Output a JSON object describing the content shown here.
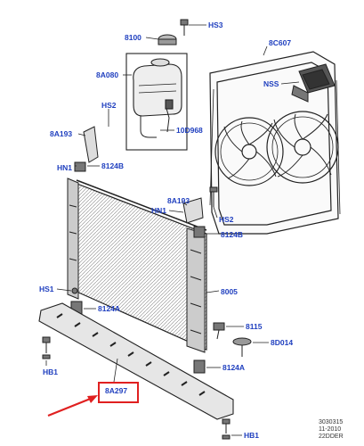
{
  "labels": {
    "hs3": "HS3",
    "p8100": "8100",
    "p8c607": "8C607",
    "p8a080": "8A080",
    "nss": "NSS",
    "hs2_top": "HS2",
    "p10d968": "10D968",
    "p8a193_left": "8A193",
    "hn1_left": "HN1",
    "p8124b_left": "8124B",
    "p8a193_mid": "8A193",
    "hn1_mid": "HN1",
    "hs2_mid": "HS2",
    "p8124b_mid": "8124B",
    "hs1": "HS1",
    "p8005": "8005",
    "p8124a_left": "8124A",
    "p8115": "8115",
    "p8d014": "8D014",
    "hb1_left": "HB1",
    "p8124a_right": "8124A",
    "p8a297": "8A297",
    "hb1_bottom": "HB1"
  },
  "reference": {
    "line1": "3030315",
    "line2": "11-2010",
    "line3": "22DDER"
  },
  "colors": {
    "label": "#1f3fbf",
    "highlight": "#e02020",
    "line": "#222222"
  },
  "highlighted_part": "8A297"
}
